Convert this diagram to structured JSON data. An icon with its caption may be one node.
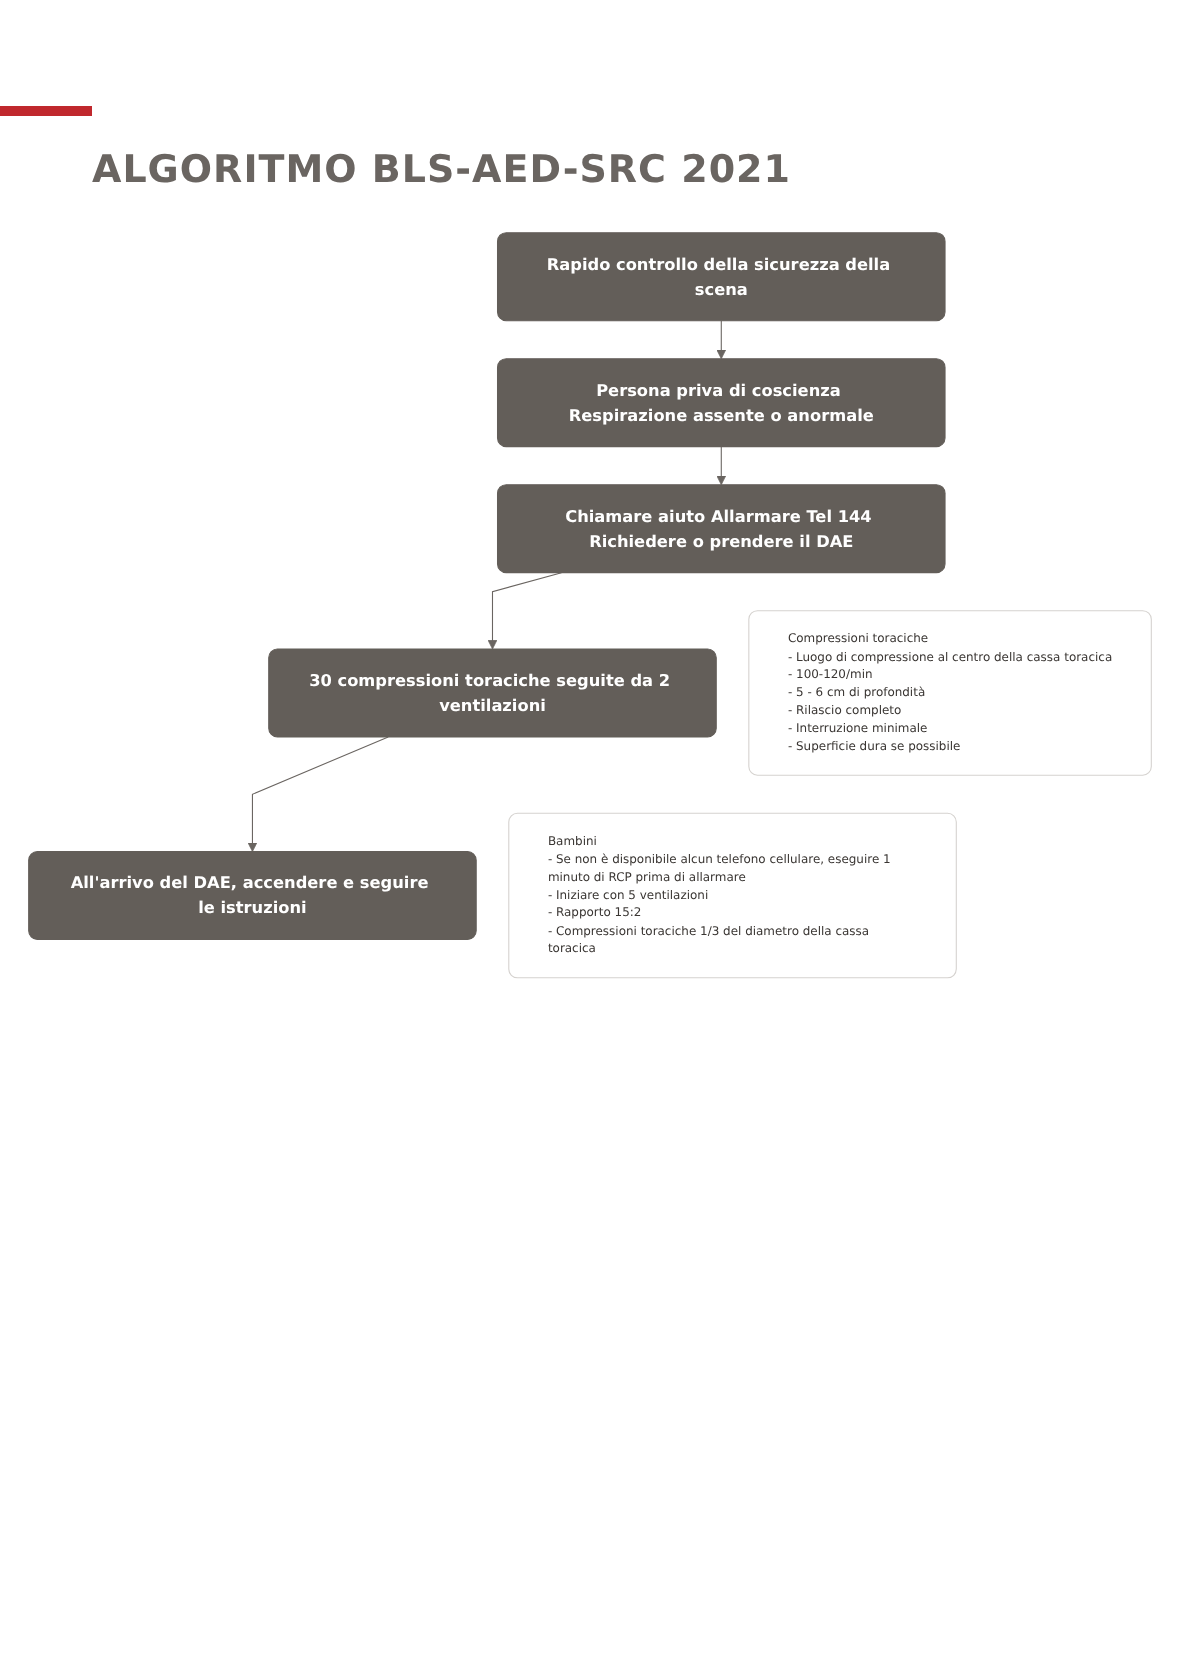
{
  "diagram": {
    "title": "ALGORITMO BLS-AED-SRC 2021",
    "nodes": [
      {
        "text": [
          "Rapido controllo della sicurezza della scena"
        ]
      },
      {
        "text": [
          "Persona priva di coscienza Respirazione assente o anormale"
        ]
      },
      {
        "text": [
          "Chiamare aiuto Allarmare Tel 144 Richiedere o prendere il DAE"
        ]
      },
      {
        "text": [
          "30 compressioni toraciche seguite da 2 ventilazioni"
        ]
      },
      {
        "text": [
          "All'arrivo del DAE, accendere e seguire le istruzioni"
        ]
      },
      {
        "text": [
          "Compressioni toraciche",
          "- Luogo di compressione al centro della cassa toracica",
          "- 100-120/min",
          "- 5 - 6 cm di profondità",
          "- Rilascio completo",
          "- Interruzione minimale",
          "- Superficie dura se possibile"
        ]
      },
      {
        "text": [
          "Bambini",
          "- Se non è disponibile alcun telefono cellulare, eseguire 1 minuto di RCP prima di allarmare",
          "- Iniziare con 5 ventilazioni",
          "- Rapporto 15:2",
          "- Compressioni toraciche 1/3 del diametro della cassa toracica"
        ]
      }
    ],
    "edges": [
      {
        "from": 0,
        "to": 1,
        "arrow": "to"
      },
      {
        "from": 1,
        "to": 2,
        "arrow": "to"
      },
      {
        "from": 2,
        "to": 3,
        "arrow": "to"
      },
      {
        "from": 3,
        "to": 4,
        "arrow": "to"
      }
    ]
  }
}
